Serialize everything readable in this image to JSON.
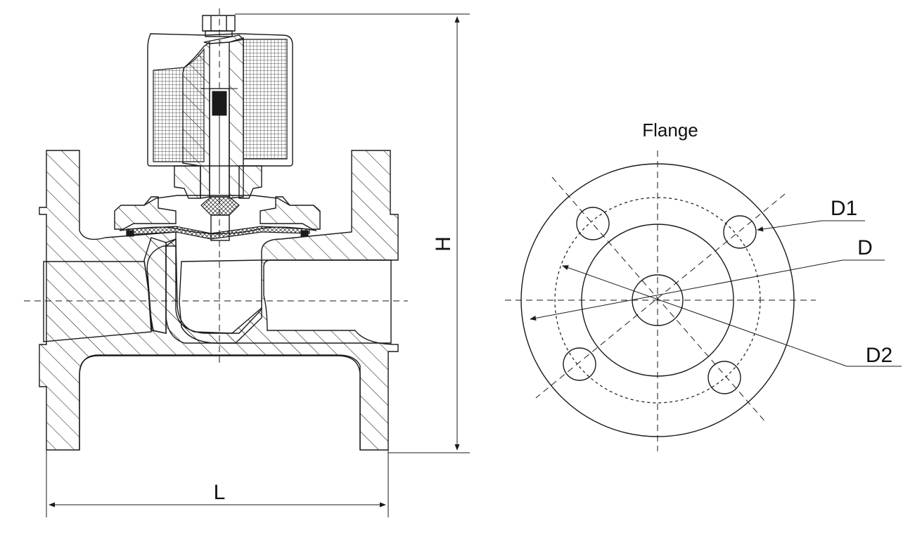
{
  "side_view": {
    "height_label": "H",
    "length_label": "L"
  },
  "flange_view": {
    "title": "Flange",
    "dimension_labels": {
      "d1": "D1",
      "d": "D",
      "d2": "D2"
    }
  }
}
